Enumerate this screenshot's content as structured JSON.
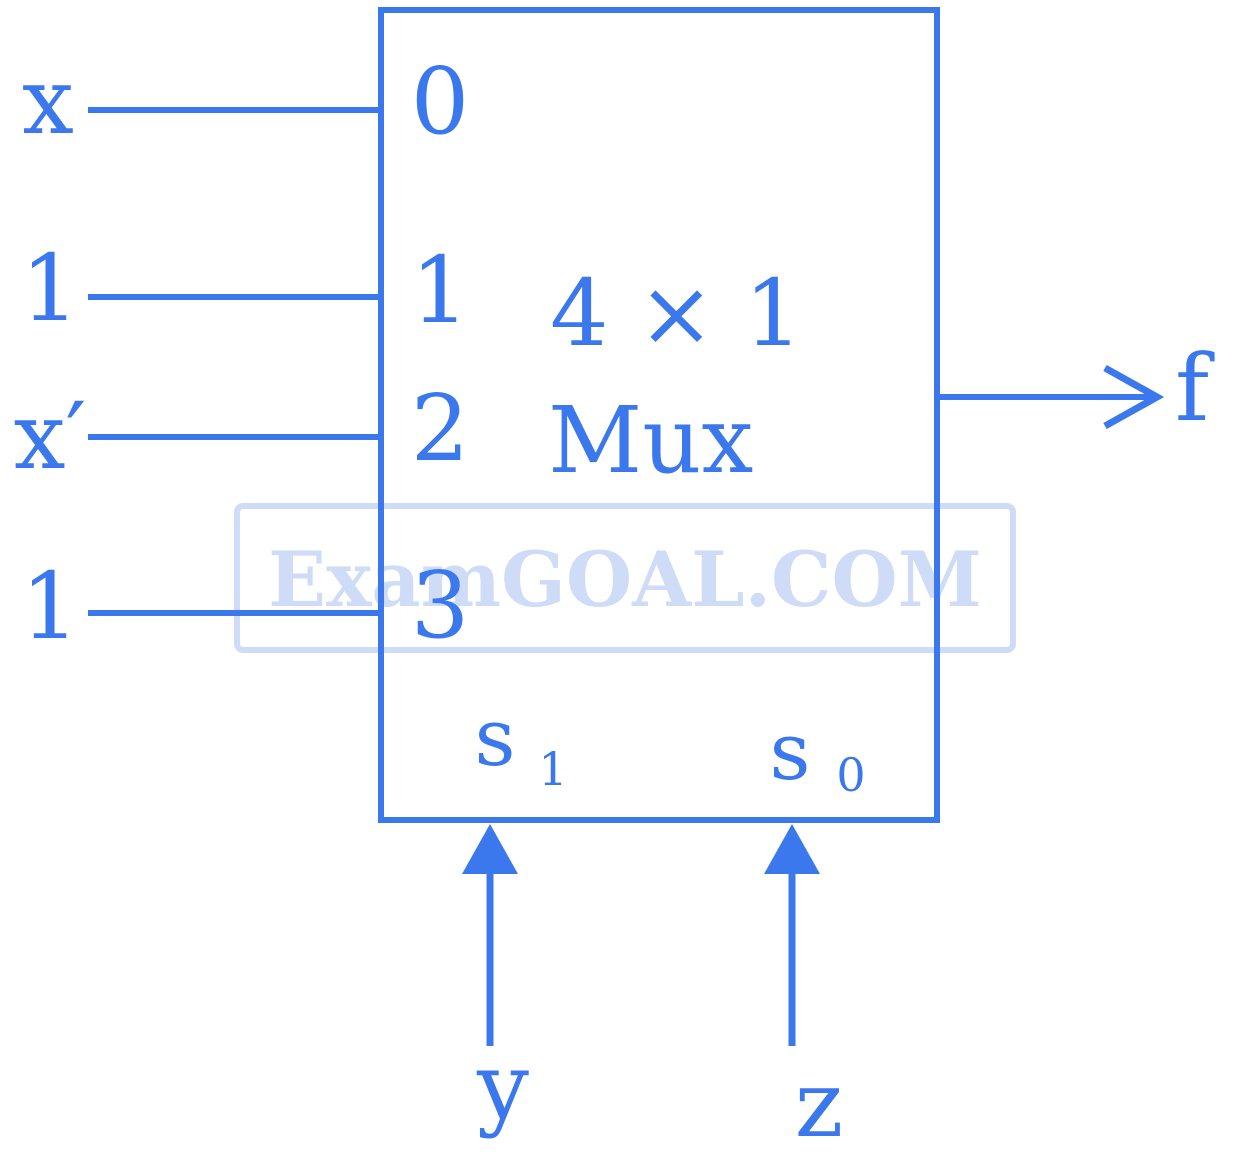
{
  "colors": {
    "accent": "#3b78ee",
    "watermark": "#cfdcf7"
  },
  "inputs": [
    {
      "signal": "x",
      "port": "0"
    },
    {
      "signal": "1",
      "port": "1"
    },
    {
      "signal": "x′",
      "port": "2"
    },
    {
      "signal": "1",
      "port": "3"
    }
  ],
  "mux": {
    "size": "4 × 1",
    "name": "Mux"
  },
  "output": {
    "signal": "f"
  },
  "selects": [
    {
      "name": "s",
      "index": "1",
      "signal": "y"
    },
    {
      "name": "s",
      "index": "0",
      "signal": "z"
    }
  ],
  "watermark": "ExamGOAL.COM"
}
